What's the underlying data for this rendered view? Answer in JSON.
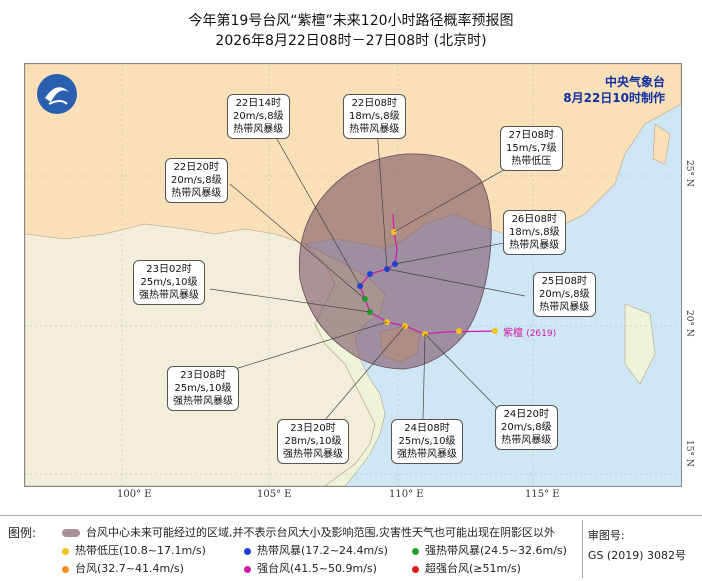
{
  "title": {
    "line1": "今年第19号台风“紫檀”未来120小时路径概率预报图",
    "line2": "2026年8月22日08时－27日08时 (北京时)"
  },
  "agency": {
    "name": "中央气象台",
    "issued": "8月22日10时制作"
  },
  "storm": {
    "label": "紫檀",
    "number": "(2619)"
  },
  "axes": {
    "longitudes": [
      "100° E",
      "105° E",
      "110° E",
      "115° E"
    ],
    "latitudes": [
      "25° N",
      "20° N",
      "15° N"
    ]
  },
  "forecasts": [
    {
      "time": "22日14时",
      "wind": "20m/s,8级",
      "category": "热带风暴级"
    },
    {
      "time": "22日08时",
      "wind": "18m/s,8级",
      "category": "热带风暴级"
    },
    {
      "time": "27日08时",
      "wind": "15m/s,7级",
      "category": "热带低压"
    },
    {
      "time": "22日20时",
      "wind": "20m/s,8级",
      "category": "热带风暴级"
    },
    {
      "time": "26日08时",
      "wind": "18m/s,8级",
      "category": "热带风暴级"
    },
    {
      "time": "23日02时",
      "wind": "25m/s,10级",
      "category": "强热带风暴级"
    },
    {
      "time": "25日08时",
      "wind": "20m/s,8级",
      "category": "热带风暴级"
    },
    {
      "time": "23日08时",
      "wind": "25m/s,10级",
      "category": "强热带风暴级"
    },
    {
      "time": "23日20时",
      "wind": "28m/s,10级",
      "category": "强热带风暴级"
    },
    {
      "time": "24日08时",
      "wind": "25m/s,10级",
      "category": "强热带风暴级"
    },
    {
      "time": "24日20时",
      "wind": "20m/s,8级",
      "category": "热带风暴级"
    }
  ],
  "legend": {
    "title": "图例:",
    "cone": "台风中心未来可能经过的区域,并不表示台风大小及影响范围,灾害性天气也可能出现在阴影区以外",
    "items": [
      {
        "label": "热带低压(10.8~17.1m/s)",
        "color": "#f2c21a"
      },
      {
        "label": "热带风暴(17.2~24.4m/s)",
        "color": "#1d3fd6"
      },
      {
        "label": "强热带风暴(24.5~32.6m/s)",
        "color": "#23a02b"
      },
      {
        "label": "台风(32.7~41.4m/s)",
        "color": "#f28c1a"
      },
      {
        "label": "强台风(41.5~50.9m/s)",
        "color": "#d21aa8"
      },
      {
        "label": "超强台风(≥51m/s)",
        "color": "#e01818"
      }
    ],
    "approval_label": "审图号:",
    "approval_number": "GS (2019) 3082号"
  }
}
